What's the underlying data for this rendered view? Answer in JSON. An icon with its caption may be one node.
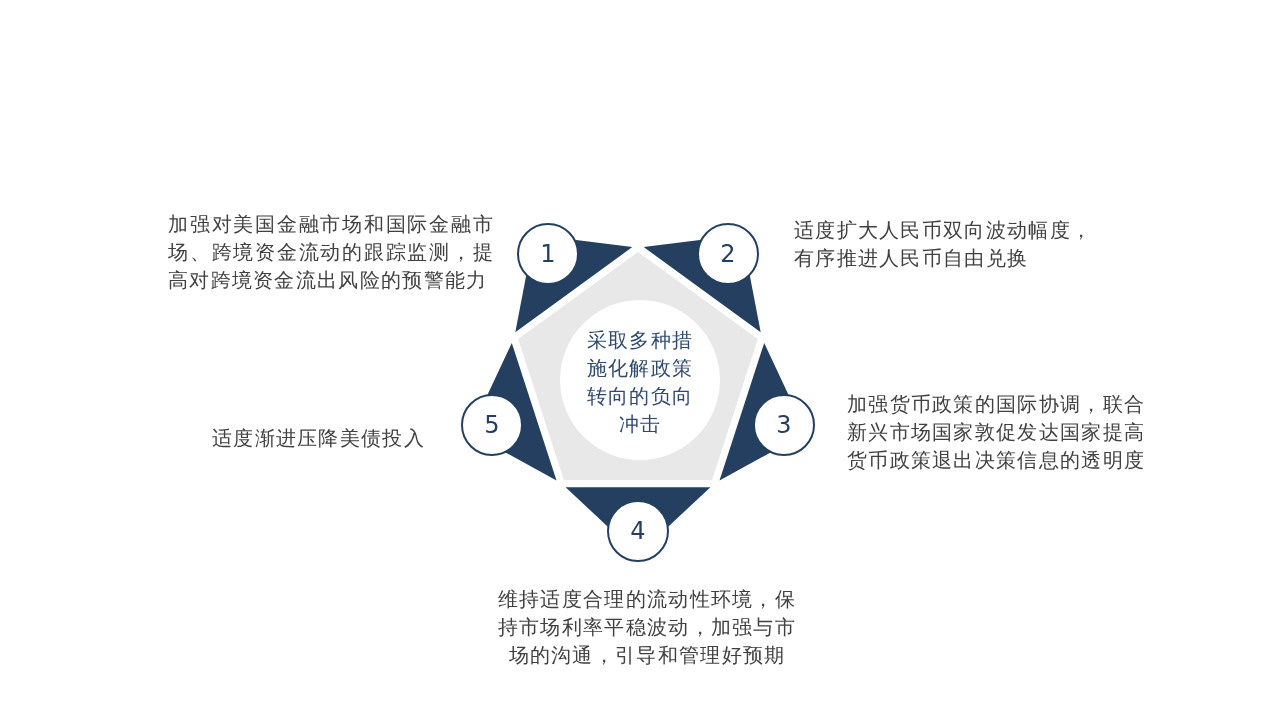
{
  "diagram": {
    "nodes": [
      {
        "text": [
          "采取多种措施化解政策转向的负向冲击"
        ]
      },
      {
        "text": [
          "1"
        ],
        "beside": [
          "加强对美国金融市场和国际金融市场、跨境资金流动的跟踪监测，提高对跨境资金流出风险的预警能力"
        ]
      },
      {
        "text": [
          "2"
        ],
        "beside": [
          "适度扩大人民币双向波动幅度，有序推进人民币自由兑换"
        ]
      },
      {
        "text": [
          "3"
        ],
        "beside": [
          "加强货币政策的国际协调，联合新兴市场国家敦促发达国家提高货币政策退出决策信息的透明度"
        ]
      },
      {
        "text": [
          "4"
        ],
        "beside": [
          "维持适度合理的流动性环境，保持市场利率平稳波动，加强与市场的沟通，引导和管理好预期"
        ]
      },
      {
        "text": [
          "5"
        ],
        "beside": [
          "适度渐进压降美债投入"
        ]
      }
    ]
  }
}
